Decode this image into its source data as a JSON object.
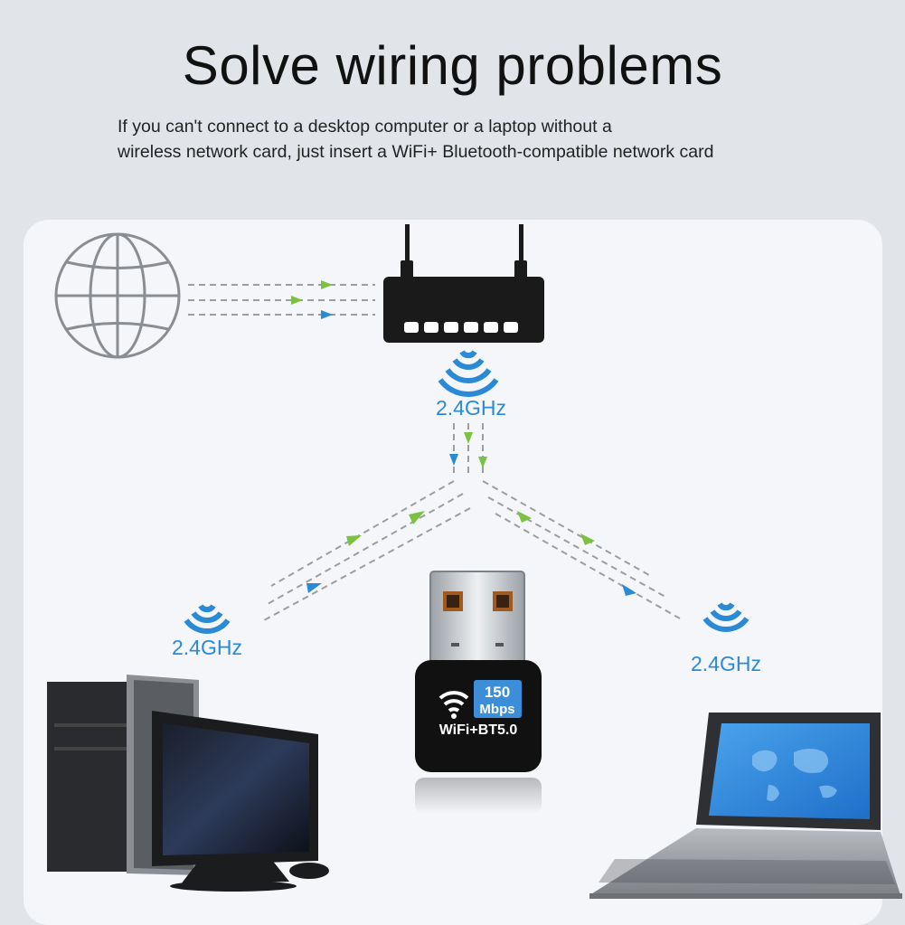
{
  "heading": {
    "title": "Solve wiring problems",
    "subtitle_line1": "If you can't connect to a desktop computer or a laptop without a",
    "subtitle_line2": "wireless network card, just insert a WiFi+ Bluetooth-compatible network card"
  },
  "diagram": {
    "router_band": "2.4GHz",
    "left_band": "2.4GHz",
    "right_band": "2.4GHz"
  },
  "adapter": {
    "speed_value": "150",
    "speed_unit": "Mbps",
    "model_label": "WiFi+BT5.0"
  },
  "colors": {
    "accent_blue": "#2b8ad6",
    "accent_green": "#7cc242",
    "panel": "#f4f6f9",
    "background": "#e1e5ea"
  }
}
